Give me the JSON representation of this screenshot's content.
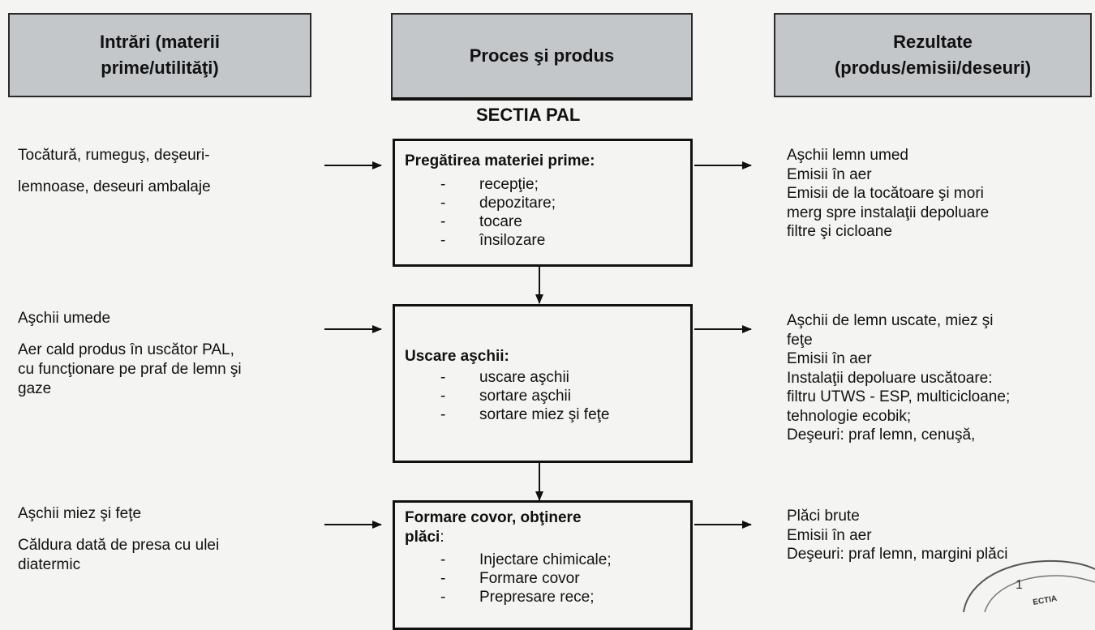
{
  "headers": {
    "inputs": [
      "Intrări (materii",
      "prime/utilităţi)"
    ],
    "process": "Proces şi produs",
    "results": [
      "Rezultate",
      "(produs/emisii/deseuri)"
    ]
  },
  "section_title": "SECTIA PAL",
  "rows": [
    {
      "inputs": [
        "Tocătură, rumeguş, deşeuri-",
        "lemnoase, deseuri ambalaje"
      ],
      "process_title": "Pregătirea materiei prime:",
      "process_items": [
        "recepţie;",
        "depozitare;",
        "tocare",
        "însilozare"
      ],
      "results": [
        "Aşchii lemn umed",
        "Emisii în aer",
        "Emisii de la tocătoare şi mori",
        "merg spre instalaţii depoluare",
        "filtre şi  cicloane"
      ]
    },
    {
      "inputs_a": "Aşchii umede",
      "inputs_b": [
        "Aer cald produs în uscător PAL,",
        "cu funcţionare pe praf de lemn şi",
        "gaze"
      ],
      "process_title": "Uscare aşchii:",
      "process_items": [
        "uscare aşchii",
        "sortare aşchii",
        "sortare miez şi feţe"
      ],
      "results": [
        "Aşchii de lemn uscate, miez şi",
        "feţe",
        "Emisii în aer",
        "Instalaţii depoluare uscătoare:",
        "filtru UTWS - ESP, multicicloane;",
        "tehnologie ecobik;",
        "Deşeuri: praf lemn, cenuşă,"
      ]
    },
    {
      "inputs_a": "Aşchii miez şi feţe",
      "inputs_b": [
        "Căldura dată de presa cu ulei",
        "diatermic"
      ],
      "process_title": [
        "Formare covor, obţinere",
        "plăci"
      ],
      "process_title_suffix": ":",
      "process_items": [
        "Injectare chimicale;",
        "Formare covor",
        "Prepresare rece;"
      ],
      "results": [
        "Plăci brute",
        "Emisii în aer",
        "Deşeuri: praf lemn, margini plăci"
      ]
    }
  ],
  "stamp": {
    "number": "1",
    "text": "ECTIA"
  }
}
